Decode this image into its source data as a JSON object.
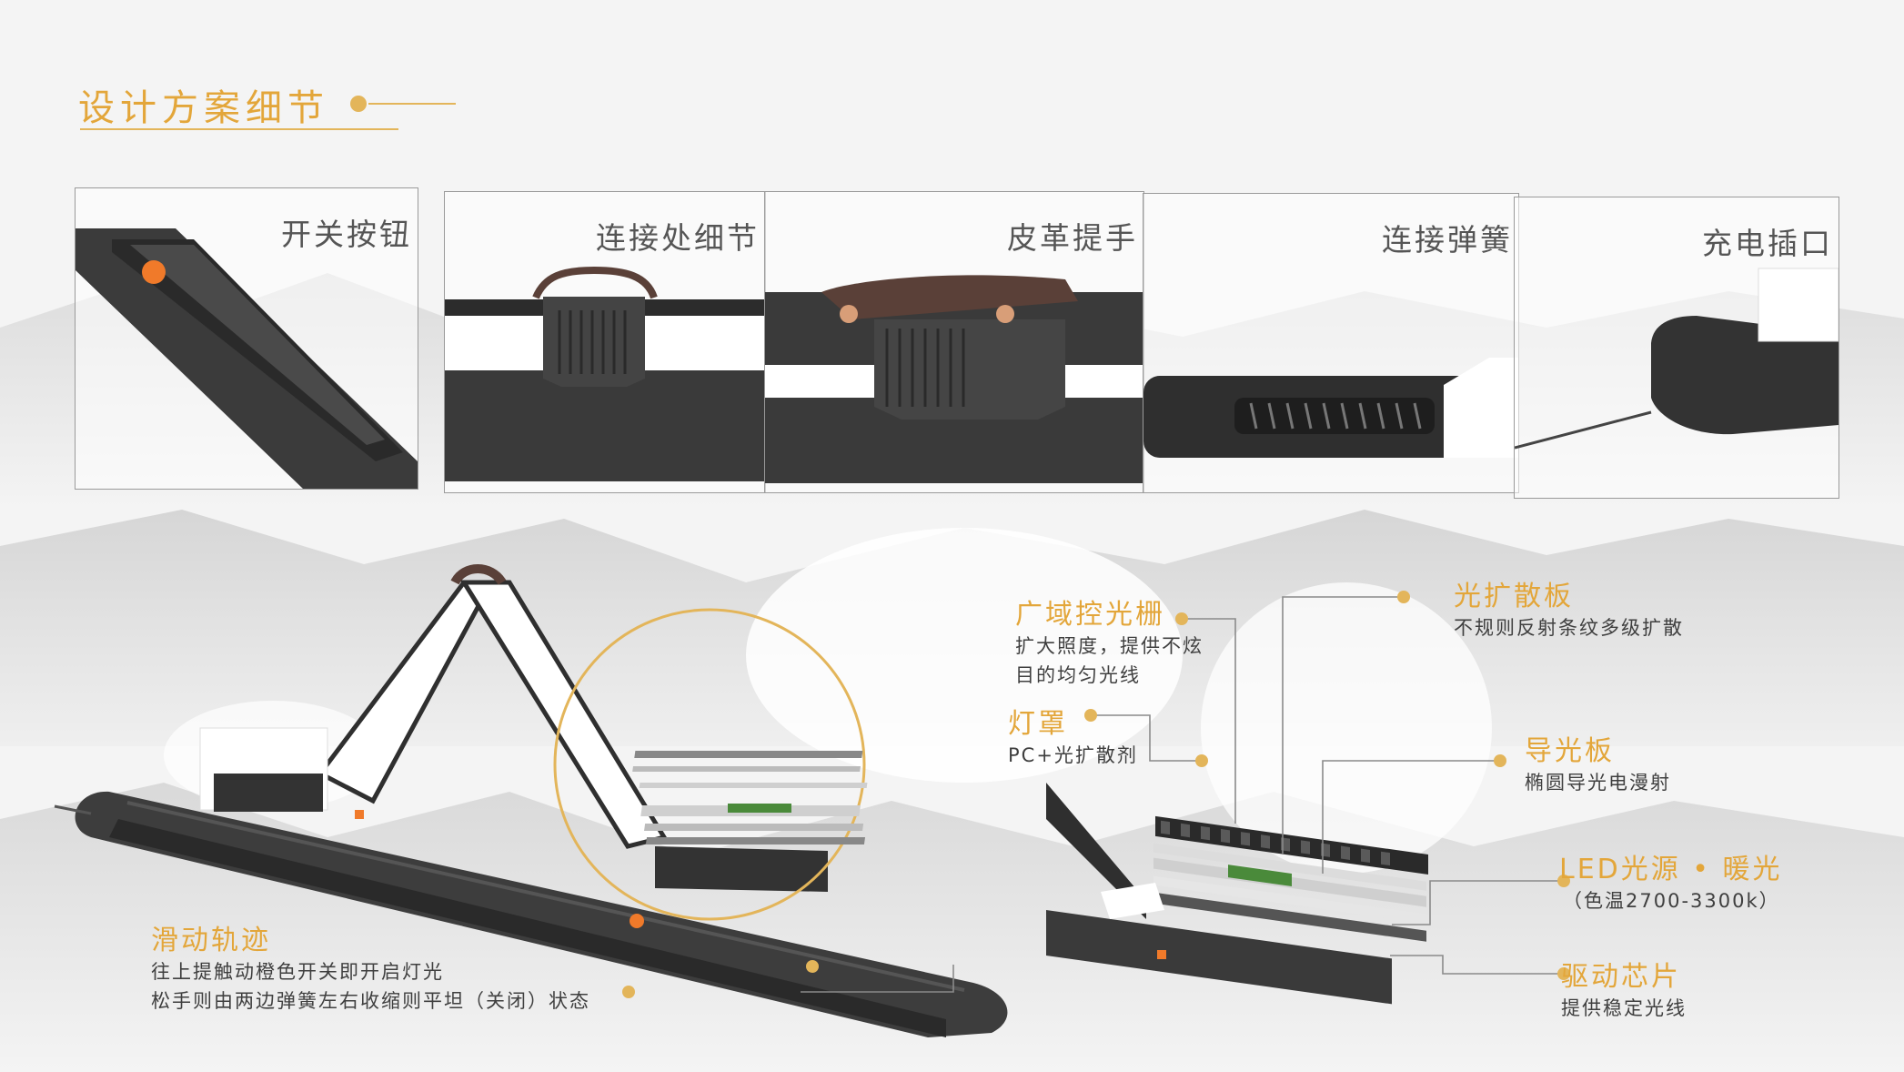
{
  "header": {
    "title": "设计方案细节"
  },
  "panels": [
    {
      "label": "开关按钮"
    },
    {
      "label": "连接处细节"
    },
    {
      "label": "皮革提手"
    },
    {
      "label": "连接弹簧"
    },
    {
      "label": "充电插口"
    }
  ],
  "callouts": {
    "grille": {
      "title": "广域控光栅",
      "line1": "扩大照度，提供不炫",
      "line2": "目的均匀光线"
    },
    "shade": {
      "title": "灯罩",
      "line1": "PC+光扩散剂"
    },
    "diffuser": {
      "title": "光扩散板",
      "line1": "不规则反射条纹多级扩散"
    },
    "lightguide": {
      "title": "导光板",
      "line1": "椭圆导光电漫射"
    },
    "led": {
      "title": "LED光源 • 暖光",
      "line1": "（色温2700-3300k）"
    },
    "driver": {
      "title": "驱动芯片",
      "line1": "提供稳定光线"
    },
    "track": {
      "title": "滑动轨迹",
      "line1": "往上提触动橙色开关即开启灯光",
      "line2": "松手则由两边弹簧左右收缩则平坦（关闭）状态"
    }
  },
  "colors": {
    "accent": "#e3a63a",
    "product": "#3d3d3d",
    "switch": "#f07a2a",
    "leather": "#5a4038"
  }
}
